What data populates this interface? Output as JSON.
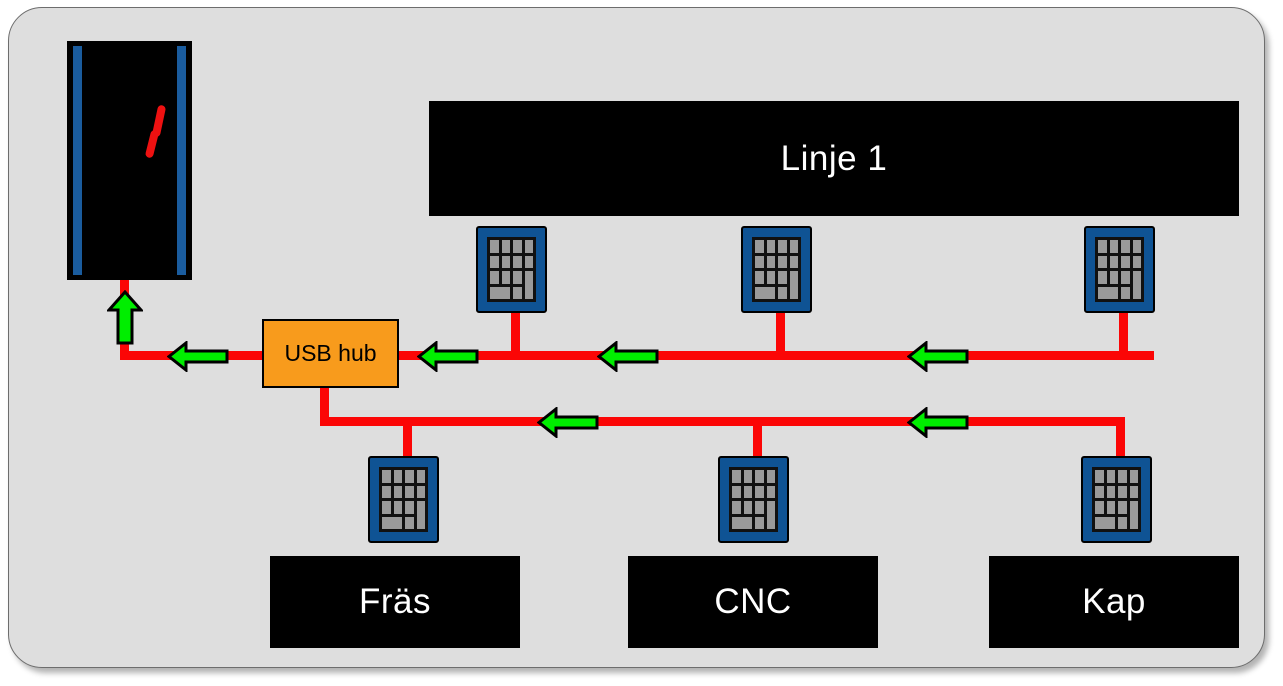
{
  "diagram": {
    "title": "USB hub network topology",
    "background_color": "#dedede",
    "wire_color": "#fb0606",
    "arrow_color": "#00ee00",
    "hub_color": "#f89b1c",
    "device_color": "#0f5394",
    "label_box_color": "#000000"
  },
  "monitor": {
    "name": "pc-monitor",
    "screen_color": "#000000",
    "bezel_color": "#1a5c9e",
    "mark_color": "#ee1111",
    "label": ""
  },
  "line_header": {
    "label": "Linje 1"
  },
  "hub": {
    "label": "USB hub"
  },
  "top_row_devices": [
    {
      "name": "device-top-1",
      "label": ""
    },
    {
      "name": "device-top-2",
      "label": ""
    },
    {
      "name": "device-top-3",
      "label": ""
    }
  ],
  "bottom_row_devices": [
    {
      "name": "device-bottom-1",
      "label": ""
    },
    {
      "name": "device-bottom-2",
      "label": ""
    },
    {
      "name": "device-bottom-3",
      "label": ""
    }
  ],
  "machine_labels": [
    {
      "name": "machine-fras",
      "label": "Fräs"
    },
    {
      "name": "machine-cnc",
      "label": "CNC"
    },
    {
      "name": "machine-kap",
      "label": "Kap"
    }
  ],
  "arrows": [
    {
      "name": "arrow-to-monitor",
      "direction": "up"
    },
    {
      "name": "arrow-hub-inbound-left",
      "direction": "left"
    },
    {
      "name": "arrow-hub-inbound-right",
      "direction": "left"
    },
    {
      "name": "arrow-top-bus-mid",
      "direction": "left"
    },
    {
      "name": "arrow-top-bus-right",
      "direction": "left"
    },
    {
      "name": "arrow-bottom-bus-left",
      "direction": "left"
    },
    {
      "name": "arrow-bottom-bus-right",
      "direction": "left"
    }
  ]
}
